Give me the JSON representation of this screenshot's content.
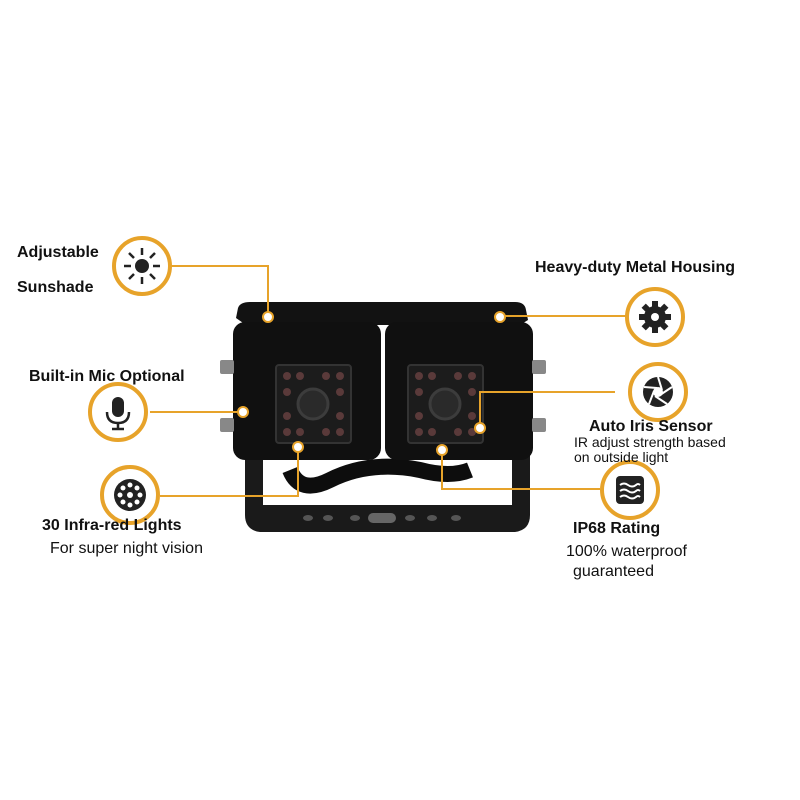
{
  "features": {
    "sunshade": {
      "line1": "Adjustable",
      "line2": "Sunshade",
      "icon": "sun-icon"
    },
    "housing": {
      "title": "Heavy-duty Metal Housing",
      "icon": "gear-icon"
    },
    "mic": {
      "title": "Built-in Mic Optional",
      "icon": "microphone-icon"
    },
    "iris": {
      "title": "Auto Iris Sensor",
      "desc_line1": "IR adjust strength based",
      "desc_line2": "on outside light",
      "icon": "aperture-icon"
    },
    "infrared": {
      "title": "30 Infra-red Lights",
      "desc": "For super night vision",
      "icon": "led-array-icon"
    },
    "ip68": {
      "title": "IP68 Rating",
      "desc_line1": "100% waterproof",
      "desc_line2": "guaranteed",
      "icon": "water-icon"
    }
  },
  "colors": {
    "accent": "#e7a32a",
    "camera": "#111111"
  }
}
